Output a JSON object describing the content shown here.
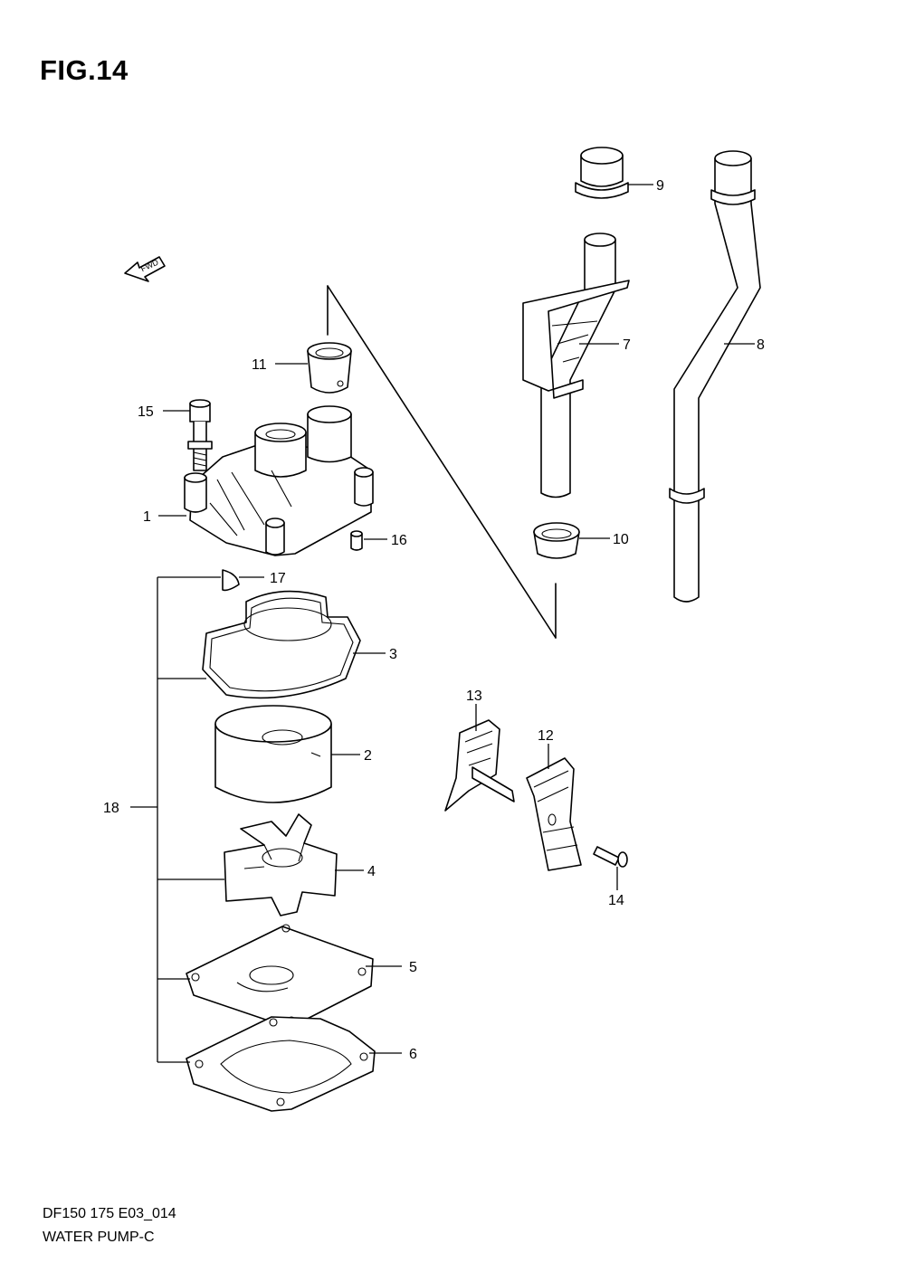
{
  "figure": {
    "title": "FIG.14",
    "code": "DF150 175 E03_014",
    "name": "WATER PUMP-C",
    "direction_label": "FWD"
  },
  "callouts": {
    "c1": "1",
    "c2": "2",
    "c3": "3",
    "c4": "4",
    "c5": "5",
    "c6": "6",
    "c7": "7",
    "c8": "8",
    "c9": "9",
    "c10": "10",
    "c11": "11",
    "c12": "12",
    "c13": "13",
    "c14": "14",
    "c15": "15",
    "c16": "16",
    "c17": "17",
    "c18": "18"
  }
}
